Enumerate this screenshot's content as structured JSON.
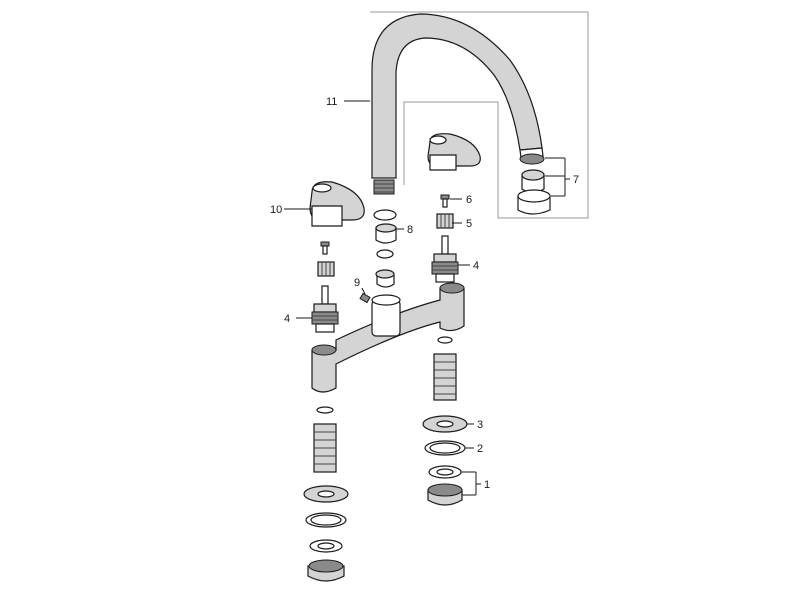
{
  "callouts": {
    "c1": "1",
    "c2": "2",
    "c3": "3",
    "c4_right": "4",
    "c4_left": "4",
    "c5": "5",
    "c6": "6",
    "c7": "7",
    "c8": "8",
    "c9": "9",
    "c10": "10",
    "c11": "11"
  }
}
